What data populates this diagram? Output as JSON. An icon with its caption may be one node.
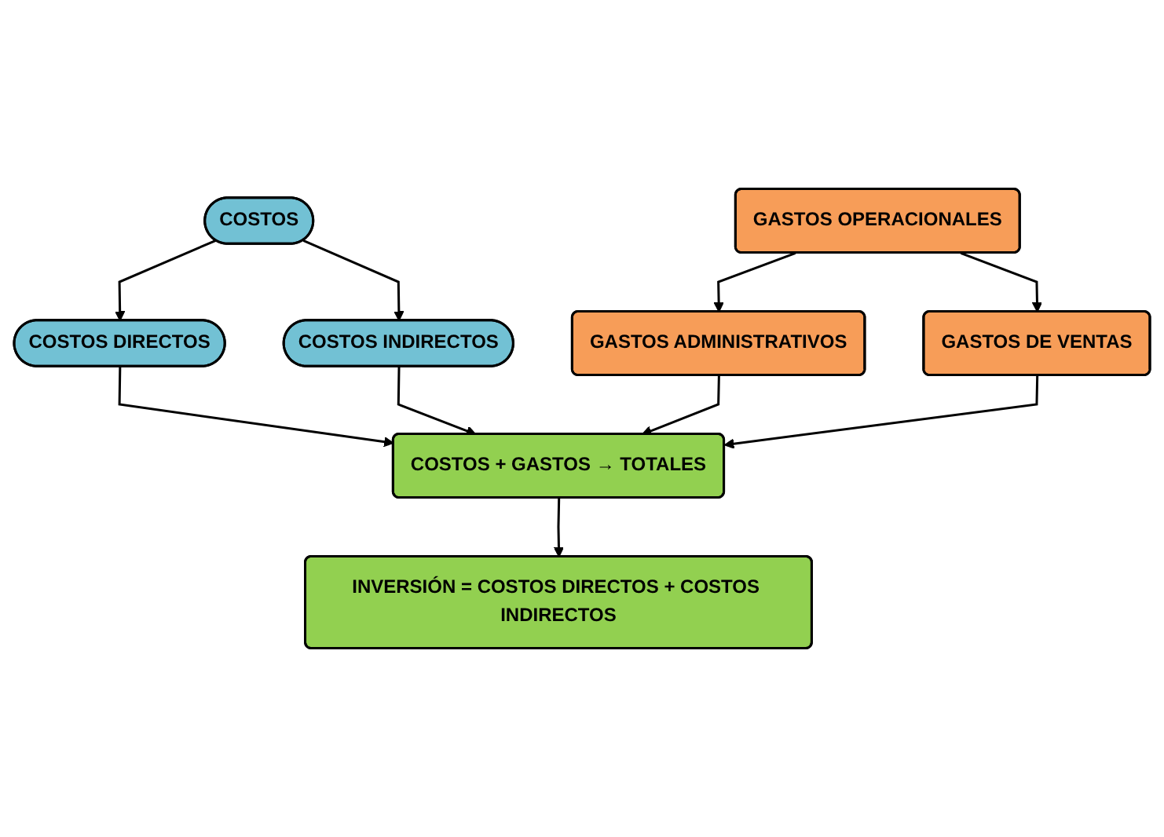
{
  "diagram": {
    "nodes": [
      {
        "text": [
          "COSTOS"
        ]
      },
      {
        "text": [
          "GASTOS OPERACIONALES"
        ]
      },
      {
        "text": [
          "COSTOS DIRECTOS"
        ]
      },
      {
        "text": [
          "COSTOS INDIRECTOS"
        ]
      },
      {
        "text": [
          "GASTOS ADMINISTRATIVOS"
        ]
      },
      {
        "text": [
          "GASTOS DE VENTAS"
        ]
      },
      {
        "text": [
          "COSTOS + GASTOS → TOTALES"
        ]
      },
      {
        "text": [
          "INVERSIÓN = COSTOS DIRECTOS + COSTOS INDIRECTOS"
        ]
      }
    ],
    "edges": [
      {
        "from": 0,
        "to": 2,
        "arrow": "to"
      },
      {
        "from": 0,
        "to": 3,
        "arrow": "to"
      },
      {
        "from": 1,
        "to": 4,
        "arrow": "to"
      },
      {
        "from": 1,
        "to": 5,
        "arrow": "to"
      },
      {
        "from": 2,
        "to": 6,
        "arrow": "to"
      },
      {
        "from": 3,
        "to": 6,
        "arrow": "to"
      },
      {
        "from": 4,
        "to": 6,
        "arrow": "to"
      },
      {
        "from": 5,
        "to": 6,
        "arrow": "to"
      },
      {
        "from": 6,
        "to": 7,
        "arrow": "to"
      }
    ]
  }
}
